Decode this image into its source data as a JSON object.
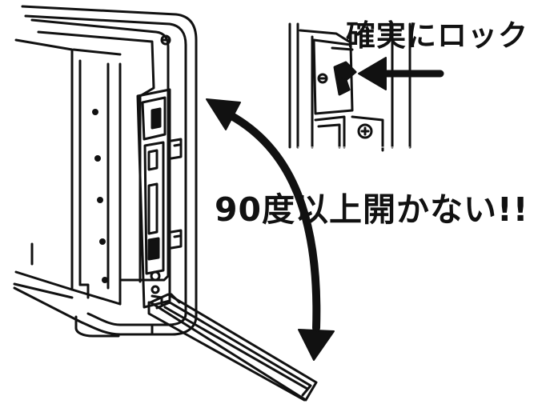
{
  "labels": {
    "lock_caption": "確実にロック",
    "limit_caption": "90度以上開かない!!"
  },
  "colors": {
    "ink": "#111111",
    "background": "#ffffff"
  },
  "illustration": {
    "subject": "device-panel-with-flip-down-cover",
    "icons": [
      "curved-double-arrow-icon",
      "pointer-arrow-icon",
      "lock-latch-icon",
      "screw-icon"
    ]
  }
}
